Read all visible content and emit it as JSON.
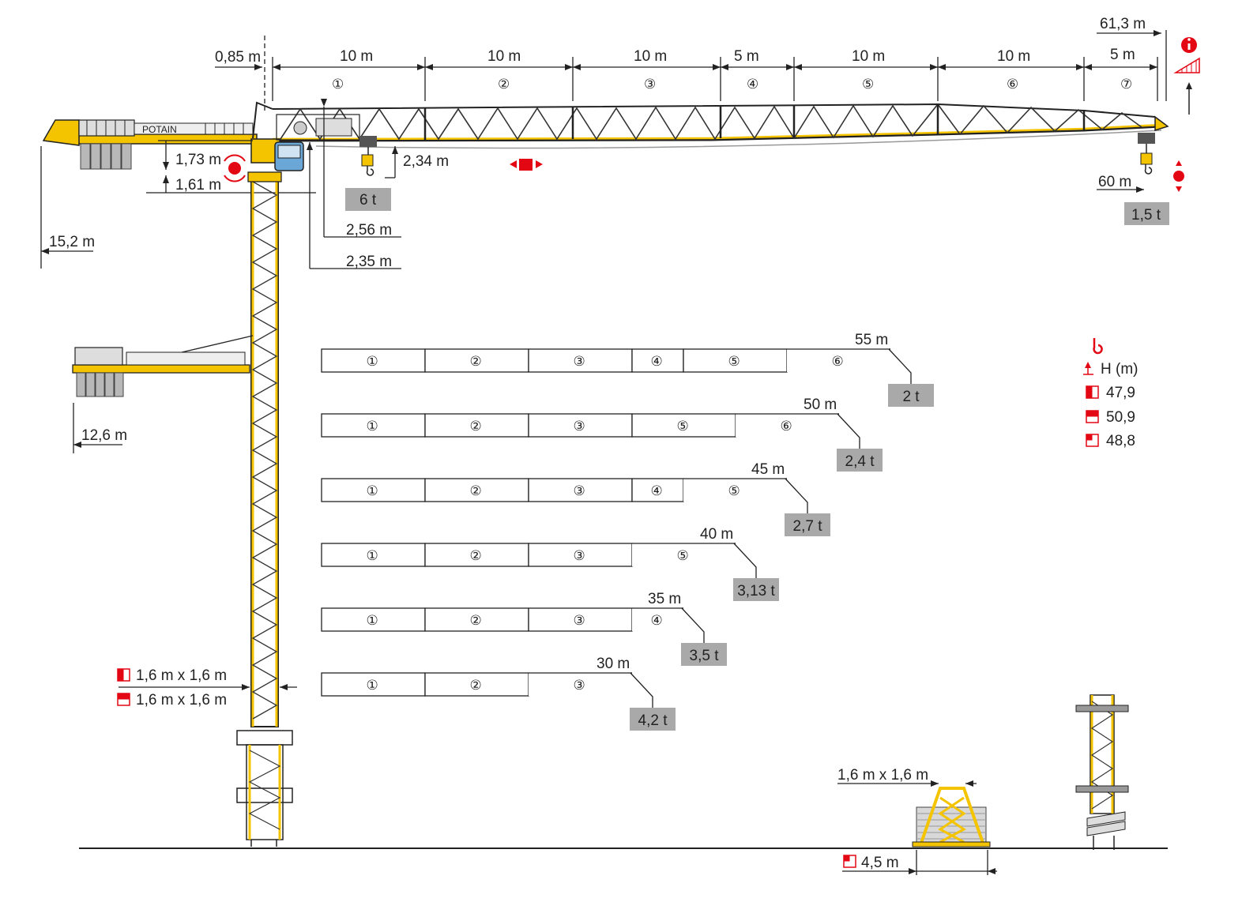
{
  "jib": {
    "total_length": "61,3 m",
    "counter_offset": "0,85 m",
    "sections": [
      {
        "num": "①",
        "length": "10 m"
      },
      {
        "num": "②",
        "length": "10 m"
      },
      {
        "num": "③",
        "length": "10 m"
      },
      {
        "num": "④",
        "length": "5 m"
      },
      {
        "num": "⑤",
        "length": "10 m"
      },
      {
        "num": "⑥",
        "length": "10 m"
      },
      {
        "num": "⑦",
        "length": "5 m"
      }
    ],
    "hook_radius": "60 m",
    "max_load": "6 t",
    "tip_load": "1,5 t"
  },
  "head_dims": {
    "d_173": "1,73 m",
    "d_161": "1,61 m",
    "d_234": "2,34 m",
    "d_256": "2,56 m",
    "d_235": "2,35 m"
  },
  "counterjib": {
    "long_radius": "15,2 m",
    "short_radius": "12,6 m",
    "brand_text": "POTAIN"
  },
  "mast": {
    "section_a": "1,6 m x 1,6 m",
    "section_b": "1,6 m x 1,6 m"
  },
  "configurations": [
    {
      "length": "55 m",
      "load": "2 t",
      "sections": [
        "①",
        "②",
        "③",
        "④",
        "⑤",
        "⑥"
      ]
    },
    {
      "length": "50 m",
      "load": "2,4 t",
      "sections": [
        "①",
        "②",
        "③",
        "⑤",
        "⑥"
      ]
    },
    {
      "length": "45 m",
      "load": "2,7 t",
      "sections": [
        "①",
        "②",
        "③",
        "④",
        "⑤"
      ]
    },
    {
      "length": "40 m",
      "load": "3,13 t",
      "sections": [
        "①",
        "②",
        "③",
        "⑤"
      ]
    },
    {
      "length": "35 m",
      "load": "3,5 t",
      "sections": [
        "①",
        "②",
        "③",
        "④"
      ]
    },
    {
      "length": "30 m",
      "load": "4,2 t",
      "sections": [
        "①",
        "②",
        "③"
      ]
    }
  ],
  "height_legend": {
    "title": "H (m)",
    "rows": [
      {
        "icon": "half-left-icon",
        "value": "47,9"
      },
      {
        "icon": "half-top-icon",
        "value": "50,9"
      },
      {
        "icon": "quarter-icon",
        "value": "48,8"
      }
    ]
  },
  "base": {
    "base_size": "1,6 m x 1,6 m",
    "base_width": "4,5 m"
  },
  "colors": {
    "structure": "#f5c400",
    "accent_red": "#e30613",
    "load_box": "#a9a9a9",
    "line": "#222222"
  }
}
